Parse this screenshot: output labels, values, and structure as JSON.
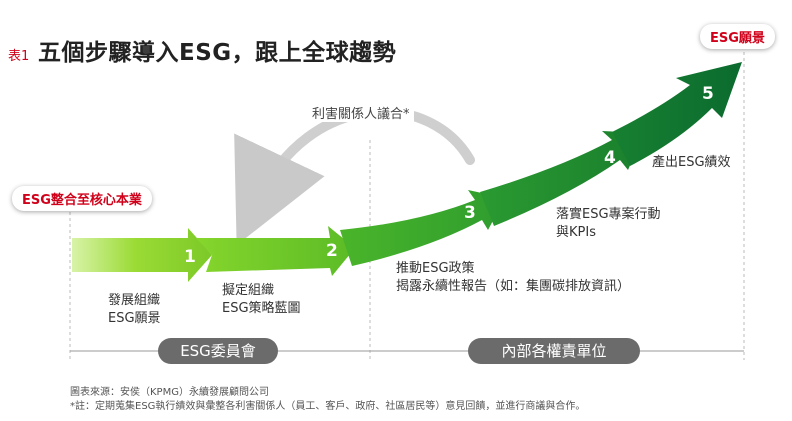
{
  "title": {
    "tag": "表1",
    "main": "五個步驟導入ESG，跟上全球趨勢"
  },
  "labels": {
    "core": "ESG整合至核心本業",
    "vision": "ESG願景",
    "stakeholder": "利害關係人議合*"
  },
  "steps": [
    {
      "number": "1",
      "text_lines": [
        "發展組織",
        "ESG願景"
      ]
    },
    {
      "number": "2",
      "text_lines": [
        "擬定組織",
        "ESG策略藍圖"
      ]
    },
    {
      "number": "3",
      "text_lines": [
        "推動ESG政策",
        "揭露永續性報告（如：集團碳排放資訊）"
      ]
    },
    {
      "number": "4",
      "text_lines": [
        "落實ESG專案行動",
        "與KPIs"
      ]
    },
    {
      "number": "5",
      "text_lines": [
        "產出ESG績效"
      ]
    }
  ],
  "phases": {
    "committee": "ESG委員會",
    "internal": "內部各權責單位"
  },
  "source": {
    "line1": "圖表來源：安侯（KPMG）永續發展顧問公司",
    "line2": "*註：定期蒐集ESG執行績效與彙整各利害關係人（員工、客戶、政府、社區居民等）意見回饋，並進行商議與合作。"
  },
  "colors": {
    "accent_red": "#d0021b",
    "green_light": "#a3e04a",
    "green_dark": "#0b6b2f",
    "gray_bar": "#6b6b6b"
  }
}
